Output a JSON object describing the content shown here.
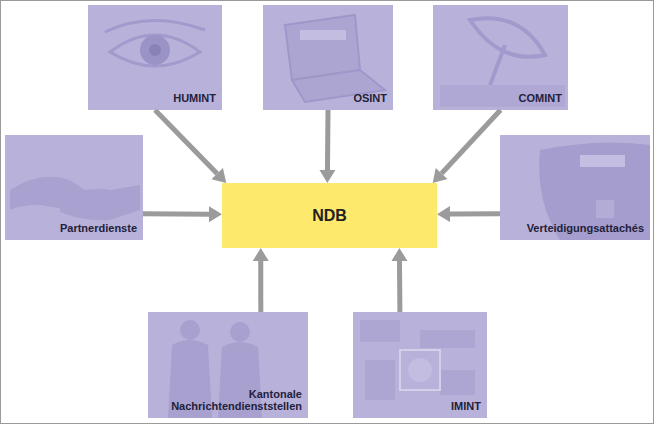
{
  "diagram": {
    "nodes": [
      {
        "text": [
          "HUMINT"
        ]
      },
      {
        "text": [
          "OSINT"
        ]
      },
      {
        "text": [
          "COMINT"
        ]
      },
      {
        "text": [
          "Partnerdienste"
        ]
      },
      {
        "text": [
          "NDB"
        ]
      },
      {
        "text": [
          "Verteidigungsattachés"
        ]
      },
      {
        "text": [
          "Kantonale Nachrichtendienststellen"
        ]
      },
      {
        "text": [
          "IMINT"
        ]
      }
    ],
    "edges": [
      {
        "from": 0,
        "to": 4,
        "arrow": "to"
      },
      {
        "from": 1,
        "to": 4,
        "arrow": "to"
      },
      {
        "from": 2,
        "to": 4,
        "arrow": "to"
      },
      {
        "from": 3,
        "to": 4,
        "arrow": "to"
      },
      {
        "from": 5,
        "to": 4,
        "arrow": "to"
      },
      {
        "from": 6,
        "to": 4,
        "arrow": "to"
      },
      {
        "from": 7,
        "to": 4,
        "arrow": "to"
      }
    ]
  }
}
